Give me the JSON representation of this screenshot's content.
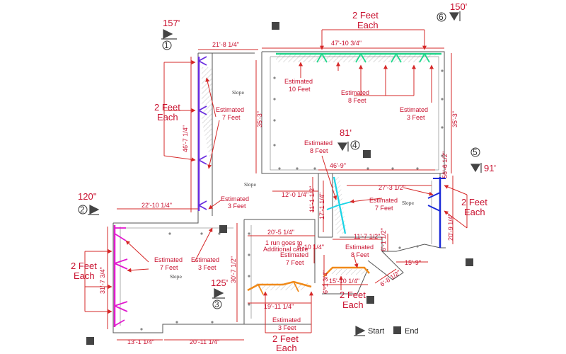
{
  "drains": [
    {
      "id": "1",
      "elevation": "157'"
    },
    {
      "id": "2",
      "elevation": "120''"
    },
    {
      "id": "3",
      "elevation": "125'"
    },
    {
      "id": "4",
      "elevation": "81'"
    },
    {
      "id": "5",
      "elevation": "91'"
    },
    {
      "id": "6",
      "elevation": "150'"
    }
  ],
  "dimensions": {
    "d_21_8": "21'-8 1/4\"",
    "d_47_10": "47'-10 3/4\"",
    "d_35_3a": "35'-3\"",
    "d_35_3b": "35'-3\"",
    "d_46_7": "46'-7 1/4\"",
    "d_46_9": "46'-9\"",
    "d_56_6": "56'-6 1/2\"",
    "d_12_0": "12'-0 1/4\"",
    "d_27_3": "27'-3 1/2\"",
    "d_22_10": "22'-10 1/4\"",
    "d_20_5": "20'-5 1/4\"",
    "d_31_7": "31'-7 3/4\"",
    "d_30_7": "30'-7 1/2\"",
    "d_13_1": "13'-1 1/4\"",
    "d_20_11": "20'-11 1/4\"",
    "d_19_11": "19'-11 1/4\"",
    "d_15_10": "15'-10 1/4\"",
    "d_15_9": "15'-9\"",
    "d_6_8": "6'-8 1/2\"",
    "d_6_10": "6'-10 1/4\"",
    "d_6_1": "6'-1 3/4\"",
    "d_6_1b": "6'-1 1/2\"",
    "d_11_7": "11'-7 1/2\"",
    "d_20_9": "20'-9 1/4\"",
    "d_17_1": "17'-1 1/4\"",
    "d_11_1": "11'-1 1/2\""
  },
  "notes": {
    "two_feet_each": "2 Feet",
    "each": "Each",
    "est": "Estimated",
    "e10": "10 Feet",
    "e8": "8 Feet",
    "e7": "7 Feet",
    "e3": "3 Feet",
    "cable_1": "1 run goes to",
    "cable_2": "Additional cable",
    "slope": "Slope"
  },
  "legend": {
    "start": "Start",
    "end": "End"
  },
  "colors": {
    "blue_run": "#3a1fd1",
    "purple_run": "#6a2ce0",
    "magenta_run": "#e11ccf",
    "green_run": "#1fd68a",
    "cyan_run": "#19d4e6",
    "orange_run": "#f08a1a",
    "navy_run": "#1a2ad8",
    "annotation": "#c8102e"
  }
}
